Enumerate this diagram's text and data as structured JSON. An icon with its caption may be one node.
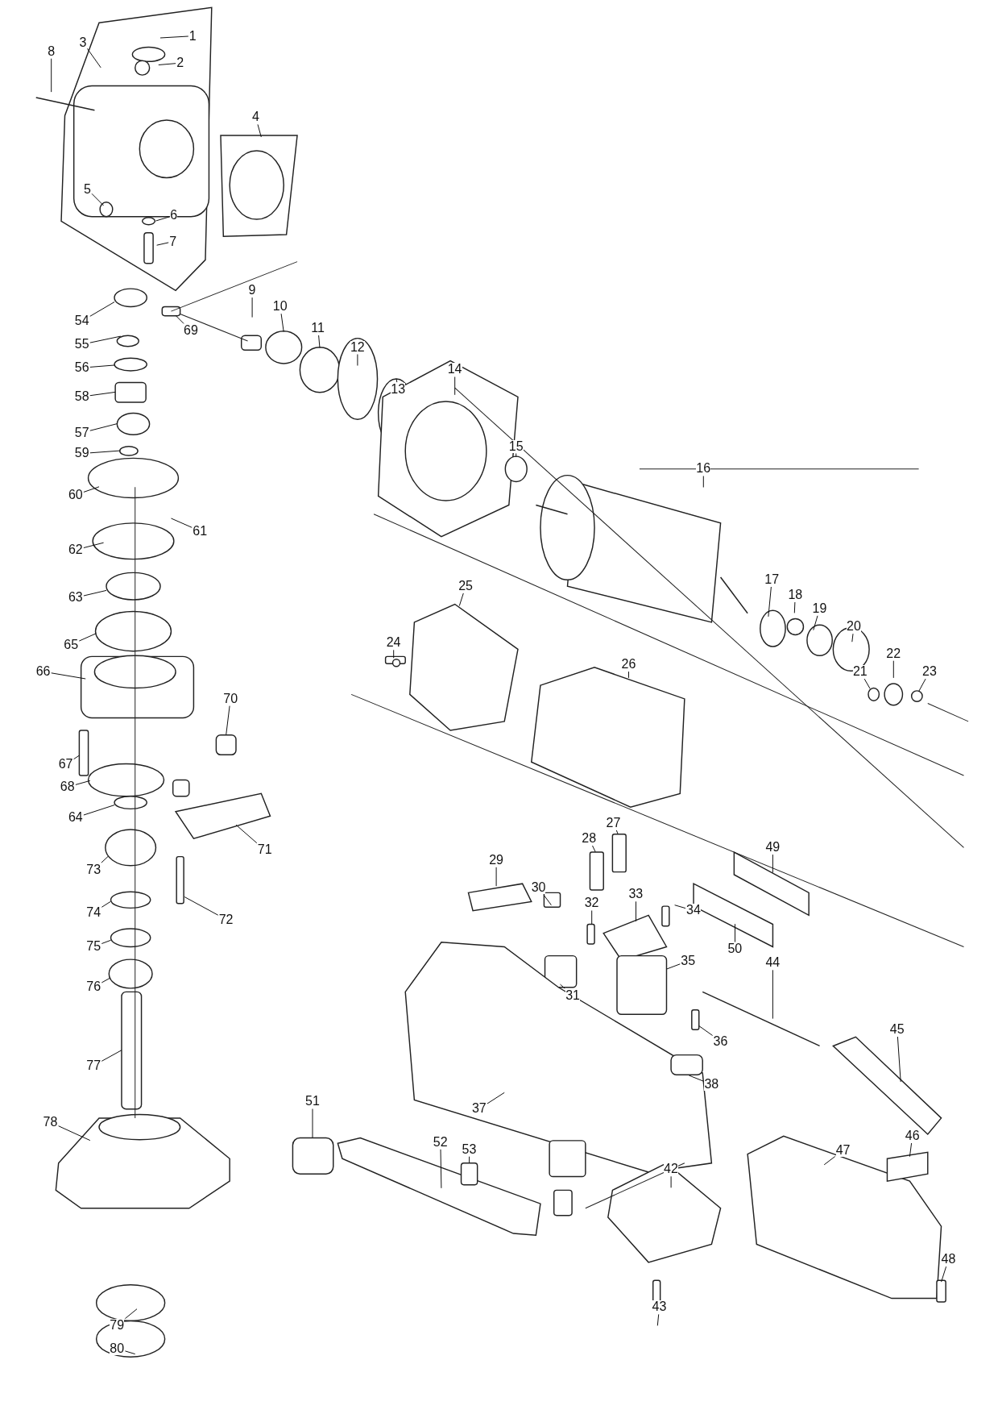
{
  "diagram": {
    "nodes": [
      {
        "text": [
          "1"
        ]
      },
      {
        "text": [
          "2"
        ]
      },
      {
        "text": [
          "3"
        ]
      },
      {
        "text": [
          "4"
        ]
      },
      {
        "text": [
          "5"
        ]
      },
      {
        "text": [
          "6"
        ]
      },
      {
        "text": [
          "7"
        ]
      },
      {
        "text": [
          "8"
        ]
      },
      {
        "text": [
          "9"
        ]
      },
      {
        "text": [
          "10"
        ]
      },
      {
        "text": [
          "11"
        ]
      },
      {
        "text": [
          "12"
        ]
      },
      {
        "text": [
          "13"
        ]
      },
      {
        "text": [
          "14"
        ]
      },
      {
        "text": [
          "15"
        ]
      },
      {
        "text": [
          "16"
        ]
      },
      {
        "text": [
          "17"
        ]
      },
      {
        "text": [
          "18"
        ]
      },
      {
        "text": [
          "19"
        ]
      },
      {
        "text": [
          "20"
        ]
      },
      {
        "text": [
          "21"
        ]
      },
      {
        "text": [
          "22"
        ]
      },
      {
        "text": [
          "23"
        ]
      },
      {
        "text": [
          "24"
        ]
      },
      {
        "text": [
          "25"
        ]
      },
      {
        "text": [
          "26"
        ]
      },
      {
        "text": [
          "27"
        ]
      },
      {
        "text": [
          "28"
        ]
      },
      {
        "text": [
          "29"
        ]
      },
      {
        "text": [
          "30"
        ]
      },
      {
        "text": [
          "31"
        ]
      },
      {
        "text": [
          "32"
        ]
      },
      {
        "text": [
          "33"
        ]
      },
      {
        "text": [
          "34"
        ]
      },
      {
        "text": [
          "35"
        ]
      },
      {
        "text": [
          "36"
        ]
      },
      {
        "text": [
          "37"
        ]
      },
      {
        "text": [
          "38"
        ]
      },
      {
        "text": [
          "42"
        ]
      },
      {
        "text": [
          "43"
        ]
      },
      {
        "text": [
          "44"
        ]
      },
      {
        "text": [
          "45"
        ]
      },
      {
        "text": [
          "46"
        ]
      },
      {
        "text": [
          "47"
        ]
      },
      {
        "text": [
          "48"
        ]
      },
      {
        "text": [
          "49"
        ]
      },
      {
        "text": [
          "50"
        ]
      },
      {
        "text": [
          "51"
        ]
      },
      {
        "text": [
          "52"
        ]
      },
      {
        "text": [
          "53"
        ]
      },
      {
        "text": [
          "54"
        ]
      },
      {
        "text": [
          "55"
        ]
      },
      {
        "text": [
          "56"
        ]
      },
      {
        "text": [
          "57"
        ]
      },
      {
        "text": [
          "58"
        ]
      },
      {
        "text": [
          "59"
        ]
      },
      {
        "text": [
          "60"
        ]
      },
      {
        "text": [
          "61"
        ]
      },
      {
        "text": [
          "62"
        ]
      },
      {
        "text": [
          "63"
        ]
      },
      {
        "text": [
          "65"
        ]
      },
      {
        "text": [
          "66"
        ]
      },
      {
        "text": [
          "67"
        ]
      },
      {
        "text": [
          "68"
        ]
      },
      {
        "text": [
          "70"
        ]
      },
      {
        "text": [
          "71"
        ]
      },
      {
        "text": [
          "72"
        ]
      },
      {
        "text": [
          "64"
        ]
      },
      {
        "text": [
          "73"
        ]
      },
      {
        "text": [
          "74"
        ]
      },
      {
        "text": [
          "75"
        ]
      },
      {
        "text": [
          "76"
        ]
      },
      {
        "text": [
          "77"
        ]
      },
      {
        "text": [
          "78"
        ]
      },
      {
        "text": [
          "79"
        ]
      },
      {
        "text": [
          "80"
        ]
      },
      {
        "text": [
          "69"
        ]
      }
    ],
    "edges": [
      {
        "from": 0,
        "to": null,
        "arrow": "none"
      },
      {
        "from": 1,
        "to": null,
        "arrow": "none"
      },
      {
        "from": 2,
        "to": null,
        "arrow": "none"
      },
      {
        "from": 3,
        "to": null,
        "arrow": "none"
      },
      {
        "from": 4,
        "to": null,
        "arrow": "none"
      },
      {
        "from": 5,
        "to": null,
        "arrow": "none"
      },
      {
        "from": 6,
        "to": null,
        "arrow": "none"
      },
      {
        "from": 7,
        "to": null,
        "arrow": "none"
      },
      {
        "from": 8,
        "to": null,
        "arrow": "none"
      },
      {
        "from": 9,
        "to": null,
        "arrow": "none"
      },
      {
        "from": 10,
        "to": null,
        "arrow": "none"
      },
      {
        "from": 11,
        "to": null,
        "arrow": "none"
      },
      {
        "from": 12,
        "to": null,
        "arrow": "none"
      },
      {
        "from": 13,
        "to": null,
        "arrow": "none"
      },
      {
        "from": 14,
        "to": null,
        "arrow": "none"
      },
      {
        "from": 15,
        "to": null,
        "arrow": "none"
      },
      {
        "from": 16,
        "to": null,
        "arrow": "none"
      },
      {
        "from": 17,
        "to": null,
        "arrow": "none"
      },
      {
        "from": 18,
        "to": null,
        "arrow": "none"
      },
      {
        "from": 19,
        "to": null,
        "arrow": "none"
      },
      {
        "from": 20,
        "to": null,
        "arrow": "none"
      },
      {
        "from": 21,
        "to": null,
        "arrow": "none"
      },
      {
        "from": 22,
        "to": null,
        "arrow": "none"
      },
      {
        "from": 23,
        "to": null,
        "arrow": "none"
      },
      {
        "from": 24,
        "to": null,
        "arrow": "none"
      },
      {
        "from": 25,
        "to": null,
        "arrow": "none"
      },
      {
        "from": 26,
        "to": null,
        "arrow": "none"
      },
      {
        "from": 27,
        "to": null,
        "arrow": "none"
      },
      {
        "from": 28,
        "to": null,
        "arrow": "none"
      },
      {
        "from": 29,
        "to": null,
        "arrow": "none"
      },
      {
        "from": 30,
        "to": null,
        "arrow": "none"
      },
      {
        "from": 31,
        "to": null,
        "arrow": "none"
      },
      {
        "from": 32,
        "to": null,
        "arrow": "none"
      },
      {
        "from": 33,
        "to": null,
        "arrow": "none"
      },
      {
        "from": 34,
        "to": null,
        "arrow": "none"
      },
      {
        "from": 35,
        "to": null,
        "arrow": "none"
      },
      {
        "from": 36,
        "to": null,
        "arrow": "none"
      },
      {
        "from": 37,
        "to": null,
        "arrow": "none"
      },
      {
        "from": 38,
        "to": null,
        "arrow": "none"
      },
      {
        "from": 39,
        "to": null,
        "arrow": "none"
      },
      {
        "from": 40,
        "to": null,
        "arrow": "none"
      },
      {
        "from": 41,
        "to": null,
        "arrow": "none"
      },
      {
        "from": 42,
        "to": null,
        "arrow": "none"
      },
      {
        "from": 43,
        "to": null,
        "arrow": "none"
      },
      {
        "from": 44,
        "to": null,
        "arrow": "none"
      },
      {
        "from": 45,
        "to": null,
        "arrow": "none"
      },
      {
        "from": 46,
        "to": null,
        "arrow": "none"
      },
      {
        "from": 47,
        "to": null,
        "arrow": "none"
      },
      {
        "from": 48,
        "to": null,
        "arrow": "none"
      },
      {
        "from": 49,
        "to": null,
        "arrow": "none"
      },
      {
        "from": 50,
        "to": null,
        "arrow": "none"
      },
      {
        "from": 51,
        "to": null,
        "arrow": "none"
      },
      {
        "from": 52,
        "to": null,
        "arrow": "none"
      },
      {
        "from": 53,
        "to": null,
        "arrow": "none"
      },
      {
        "from": 54,
        "to": null,
        "arrow": "none"
      },
      {
        "from": 55,
        "to": null,
        "arrow": "none"
      },
      {
        "from": 56,
        "to": null,
        "arrow": "none"
      },
      {
        "from": 57,
        "to": null,
        "arrow": "none"
      },
      {
        "from": 58,
        "to": null,
        "arrow": "none"
      },
      {
        "from": 59,
        "to": null,
        "arrow": "none"
      },
      {
        "from": 60,
        "to": null,
        "arrow": "none"
      },
      {
        "from": 61,
        "to": null,
        "arrow": "none"
      },
      {
        "from": 62,
        "to": null,
        "arrow": "none"
      },
      {
        "from": 63,
        "to": null,
        "arrow": "none"
      },
      {
        "from": 64,
        "to": null,
        "arrow": "none"
      },
      {
        "from": 65,
        "to": null,
        "arrow": "none"
      },
      {
        "from": 66,
        "to": null,
        "arrow": "none"
      },
      {
        "from": 67,
        "to": null,
        "arrow": "none"
      },
      {
        "from": 68,
        "to": null,
        "arrow": "none"
      },
      {
        "from": 69,
        "to": null,
        "arrow": "none"
      },
      {
        "from": 70,
        "to": null,
        "arrow": "none"
      },
      {
        "from": 71,
        "to": null,
        "arrow": "none"
      },
      {
        "from": 72,
        "to": null,
        "arrow": "none"
      },
      {
        "from": 73,
        "to": null,
        "arrow": "none"
      },
      {
        "from": 74,
        "to": null,
        "arrow": "none"
      },
      {
        "from": 75,
        "to": null,
        "arrow": "none"
      },
      {
        "from": 76,
        "to": null,
        "arrow": "none"
      }
    ]
  }
}
